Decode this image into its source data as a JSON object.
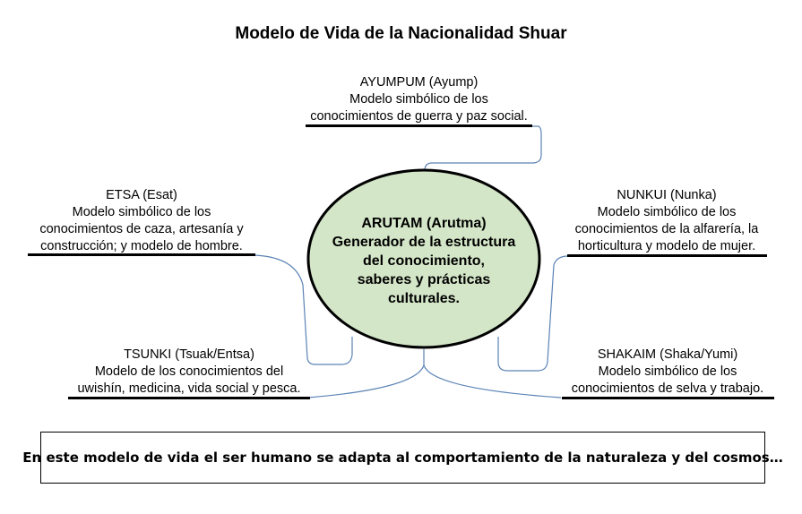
{
  "title": "Modelo de Vida de la Nacionalidad Shuar",
  "center": {
    "lines": [
      "ARUTAM (Arutma)",
      "Generador de la estructura",
      "del conocimiento,",
      "saberes y prácticas",
      "culturales."
    ],
    "fill": "#d4e6c8"
  },
  "topics": {
    "ayumpum": {
      "lines": [
        "AYUMPUM (Ayump)",
        "Modelo simbólico de los",
        "conocimientos de guerra y paz social."
      ]
    },
    "etsa": {
      "lines": [
        "ETSA (Esat)",
        "Modelo simbólico de los",
        "conocimientos de caza,  artesanía y",
        "construcción; y modelo de hombre."
      ]
    },
    "nunkui": {
      "lines": [
        "NUNKUI (Nunka)",
        "Modelo simbólico de los",
        "conocimientos de la alfarería, la",
        "horticultura y modelo de mujer."
      ]
    },
    "tsunki": {
      "lines": [
        "TSUNKI (Tsuak/Entsa)",
        "Modelo de los conocimientos del",
        "uwishín, medicina, vida social y pesca."
      ]
    },
    "shakaim": {
      "lines": [
        "SHAKAIM (Shaka/Yumi)",
        "Modelo simbólico de los",
        "conocimientos de selva y trabajo."
      ]
    }
  },
  "connector_color": "#5a83b5",
  "footer": "En este modelo de vida el ser humano se adapta al comportamiento de la naturaleza y del cosmos…"
}
